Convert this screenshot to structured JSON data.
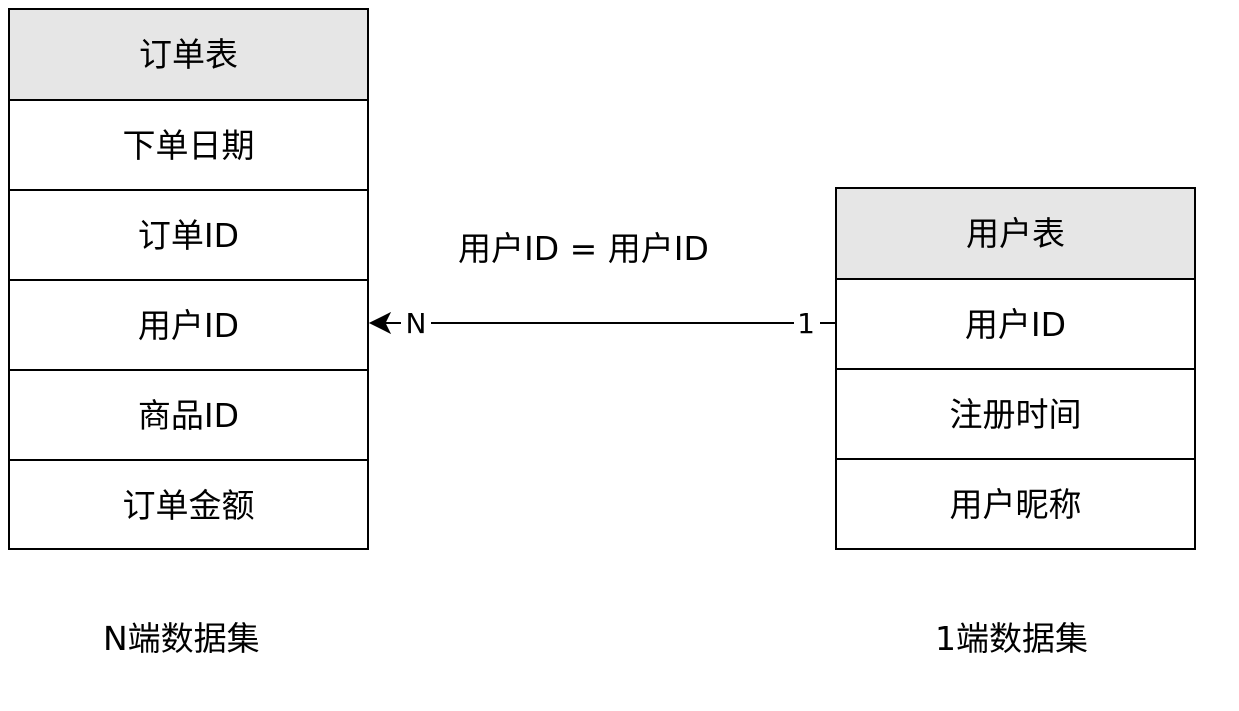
{
  "orders_table": {
    "title": "订单表",
    "fields": [
      "下单日期",
      "订单ID",
      "用户ID",
      "商品ID",
      "订单金额"
    ]
  },
  "users_table": {
    "title": "用户表",
    "fields": [
      "用户ID",
      "注册时间",
      "用户昵称"
    ]
  },
  "relationship": {
    "label": "用户ID  =  用户ID",
    "many_end": "N",
    "one_end": "1"
  },
  "captions": {
    "n_side": "N端数据集",
    "one_side": "1端数据集"
  },
  "colors": {
    "header_fill": "#e6e6e6",
    "line": "#000000"
  }
}
